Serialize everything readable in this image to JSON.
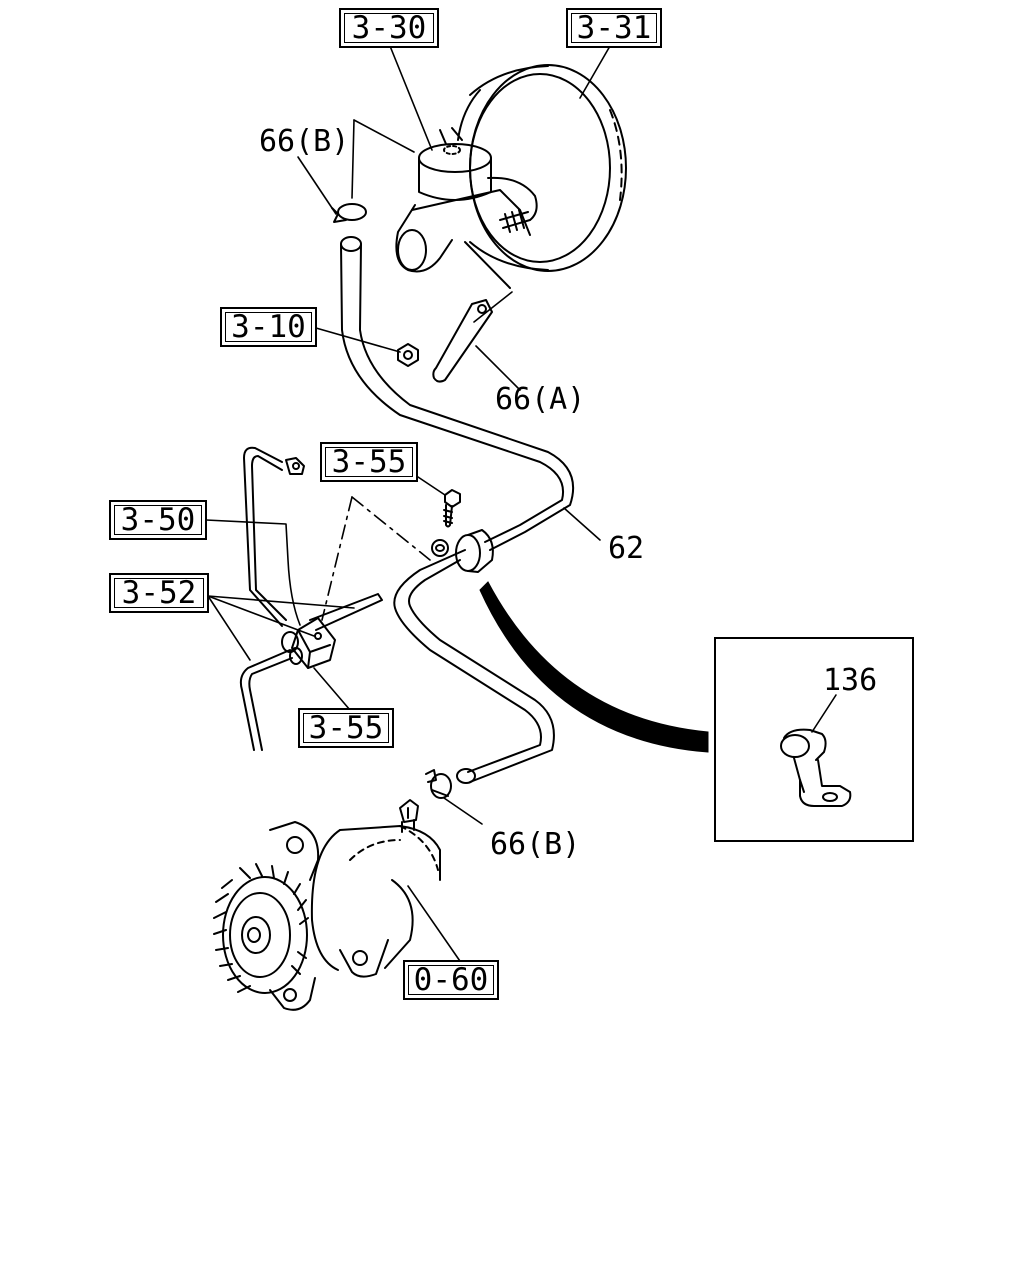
{
  "ref_boxes": {
    "r330": "3-30",
    "r331": "3-31",
    "r310": "3-10",
    "r355a": "3-55",
    "r350": "3-50",
    "r352": "3-52",
    "r355b": "3-55",
    "r060": "0-60"
  },
  "labels": {
    "clamp_b_top": "66(B)",
    "bracket_a": "66(A)",
    "hose": "62",
    "clip": "136",
    "clamp_b_bottom": "66(B)"
  },
  "colors": {
    "line": "#000000",
    "background": "#ffffff"
  }
}
